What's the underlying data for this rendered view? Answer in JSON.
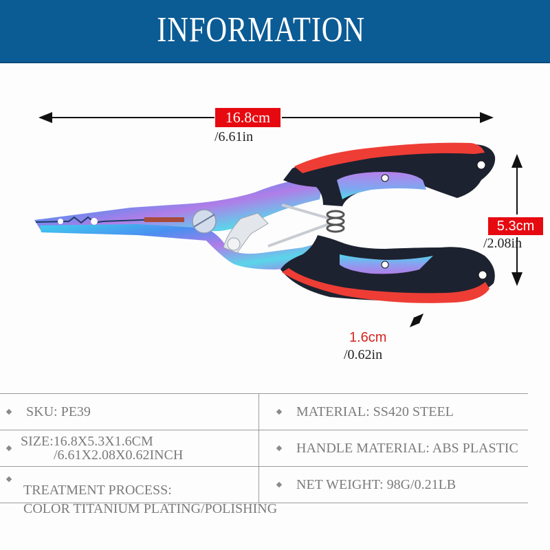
{
  "header": {
    "title": "INFORMATION",
    "background_color": "#0b5b95"
  },
  "dimensions": {
    "length": {
      "cm": "16.8cm",
      "inch": "/6.61in"
    },
    "width": {
      "cm": "5.3cm",
      "inch": "/2.08in"
    },
    "thickness": {
      "cm": "1.6cm",
      "inch": "/0.62in"
    },
    "badge_color": "#e60a10"
  },
  "product_image": {
    "label": "Fishing pliers with rainbow titanium-plated steel jaws and red/black handles"
  },
  "specs": {
    "sku": "SKU: PE39",
    "material": "MATERIAL: SS420 STEEL",
    "size_line1": "SIZE:16.8X5.3X1.6CM",
    "size_line2": "/6.61X2.08X0.62INCH",
    "handle_material": "HANDLE MATERIAL: ABS PLASTIC",
    "treatment_label": "TREATMENT PROCESS:",
    "treatment_value": "COLOR TITANIUM PLATING/POLISHING",
    "net_weight": "NET WEIGHT: 98G/0.21LB"
  }
}
